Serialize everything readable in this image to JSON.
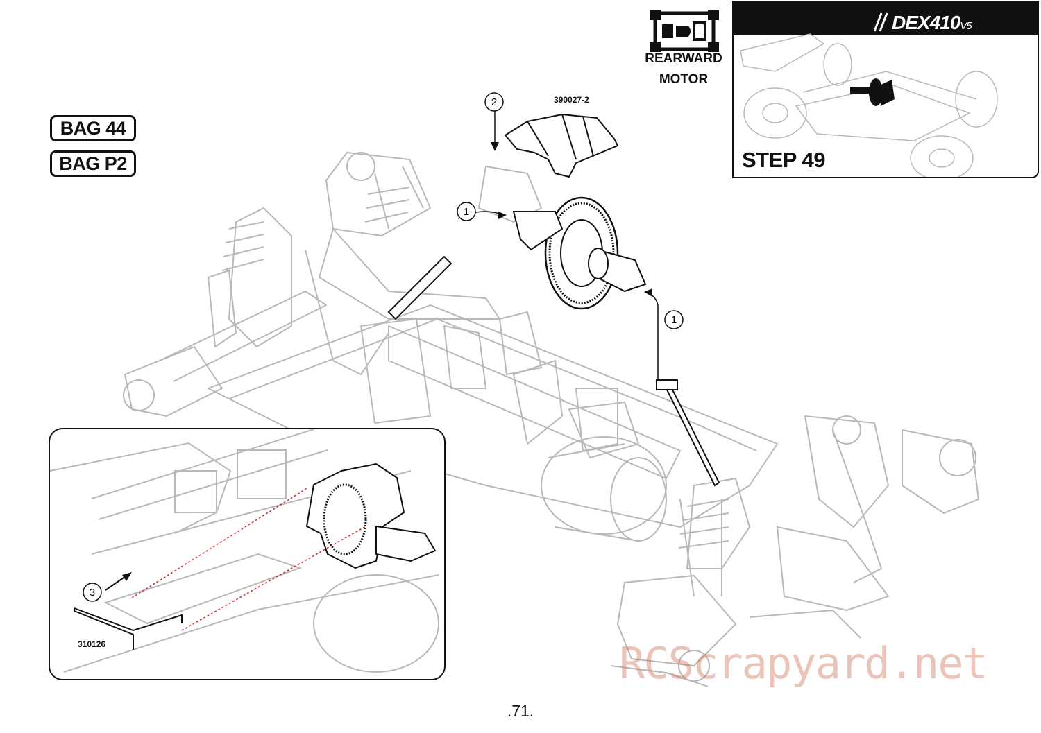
{
  "bags": [
    "BAG 44",
    "BAG P2"
  ],
  "motor": {
    "icon": "rearward-motor-icon",
    "line1": "REARWARD",
    "line2": "MOTOR"
  },
  "step_panel": {
    "brand": "DEX410",
    "brand_suffix": "V5",
    "step": "STEP 49"
  },
  "parts": {
    "cover": "390027-2",
    "pin": "310126"
  },
  "callouts": {
    "c1": "1",
    "c2": "2",
    "c3": "3"
  },
  "page_number": ".71.",
  "watermark": "RCScrapyard.net",
  "colors": {
    "ink": "#111111",
    "line_art": "#b9b9b9",
    "guide_line": "#d9262c",
    "watermark": "#cd7355"
  }
}
